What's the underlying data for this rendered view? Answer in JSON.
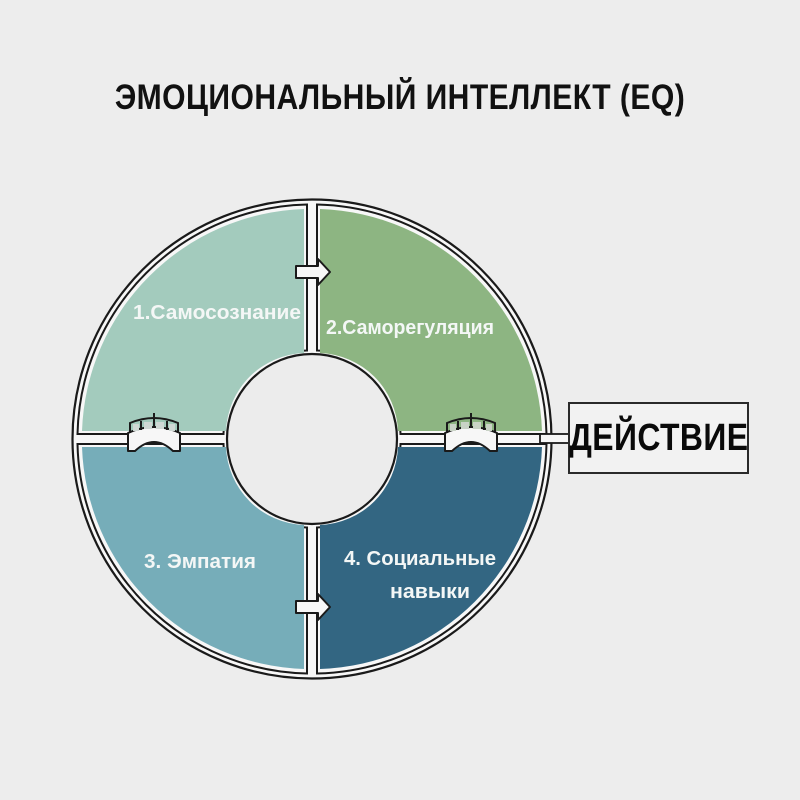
{
  "title": "ЭМОЦИОНАЛЬНЫЙ ИНТЕЛЛЕКТ (EQ)",
  "quadrants": [
    {
      "label": "1.Самосознание",
      "color": "#a3cbbd",
      "position": "top-left"
    },
    {
      "label": "2.Саморегуляция",
      "color": "#8db582",
      "position": "top-right"
    },
    {
      "label": "3. Эмпатия",
      "color": "#76adb9",
      "position": "bottom-left"
    },
    {
      "label_line1": "4. Социальные",
      "label_line2": "навыки",
      "color": "#336682",
      "position": "bottom-right"
    }
  ],
  "connectors": [
    {
      "type": "arrow-icon",
      "from": "1",
      "to": "2"
    },
    {
      "type": "arrow-icon",
      "from": "3",
      "to": "4"
    },
    {
      "type": "bridge-icon",
      "between": "1-3"
    },
    {
      "type": "bridge-icon",
      "between": "2-4"
    }
  ],
  "action": {
    "label": "ДЕЙСТВИЕ"
  },
  "colors": {
    "background": "#ededed",
    "outline": "#1a1a1a",
    "gap": "#f7f7f7"
  }
}
